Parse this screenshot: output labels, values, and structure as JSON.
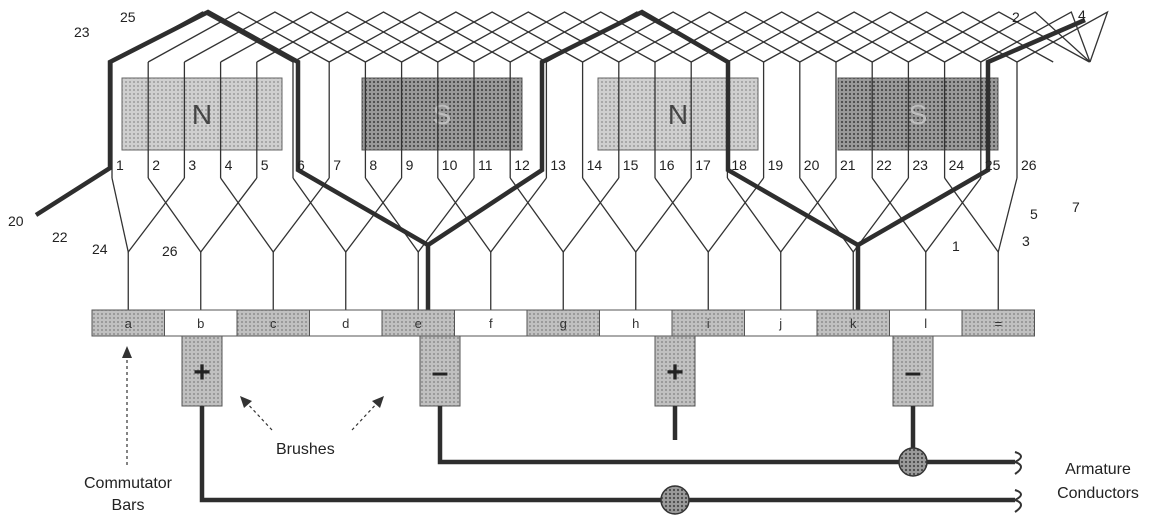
{
  "poles": [
    {
      "label": "N"
    },
    {
      "label": "S"
    },
    {
      "label": "N"
    },
    {
      "label": "S"
    }
  ],
  "conductors": [
    "1",
    "2",
    "3",
    "4",
    "5",
    "6",
    "7",
    "8",
    "9",
    "10",
    "11",
    "12",
    "13",
    "14",
    "15",
    "16",
    "17",
    "18",
    "19",
    "20",
    "21",
    "22",
    "23",
    "24",
    "25",
    "26"
  ],
  "top_end_labels": [
    "23",
    "25",
    "2",
    "4"
  ],
  "bottom_end_labels": [
    "20",
    "22",
    "24",
    "26",
    "1",
    "3",
    "5",
    "7"
  ],
  "commutator_bars": [
    "a",
    "b",
    "c",
    "d",
    "e",
    "f",
    "g",
    "h",
    "i",
    "j",
    "k",
    "l",
    "="
  ],
  "brushes": [
    {
      "sign": "+"
    },
    {
      "sign": "–"
    },
    {
      "sign": "+"
    },
    {
      "sign": "–"
    }
  ],
  "annotations": {
    "brushes": "Brushes",
    "commutator_line1": "Commutator",
    "commutator_line2": "Bars",
    "armature_line1": "Armature",
    "armature_line2": "Conductors"
  },
  "colors": {
    "pole_light": "#c8c8c8",
    "pole_dark": "#8a8a8a",
    "bar_shaded": "#b8b8b8",
    "brush": "#c4c4c4",
    "heavy_wire": "#2e2e2e",
    "thin_wire": "#333333"
  }
}
